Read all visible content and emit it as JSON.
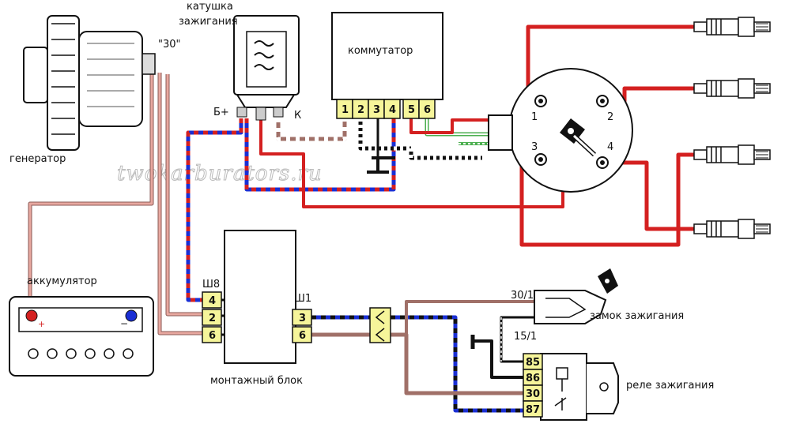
{
  "labels": {
    "generator": "генератор",
    "coil": "катушка\nзажигания",
    "terminal_30": "\"30\"",
    "coil_b": "Б+",
    "coil_k": "К",
    "commutator": "коммутатор",
    "battery": "аккумулятор",
    "mount_block": "монтажный блок",
    "w8": "Ш8",
    "w1": "Ш1",
    "switch": "замок зажигания",
    "sw_30_1": "30/1",
    "sw_15_1": "15/1",
    "relay": "реле зажигания",
    "watermark": "twokarburators.ru",
    "plus": "+",
    "minus": "−"
  },
  "commutator_pins": [
    "1",
    "2",
    "3",
    "4",
    "5",
    "6"
  ],
  "distributor_terminals": [
    "1",
    "2",
    "3",
    "4"
  ],
  "w8_pins": [
    "4",
    "2",
    "6"
  ],
  "w1_pins": [
    "3",
    "6"
  ],
  "relay_pins": [
    "85",
    "86",
    "30",
    "87"
  ],
  "colors": {
    "red": "#d42020",
    "blue": "#1a2fd4",
    "pink": "#e8a8a0",
    "brown": "#a07068",
    "green": "#4caf50",
    "pin_fill": "#f6f59a"
  }
}
